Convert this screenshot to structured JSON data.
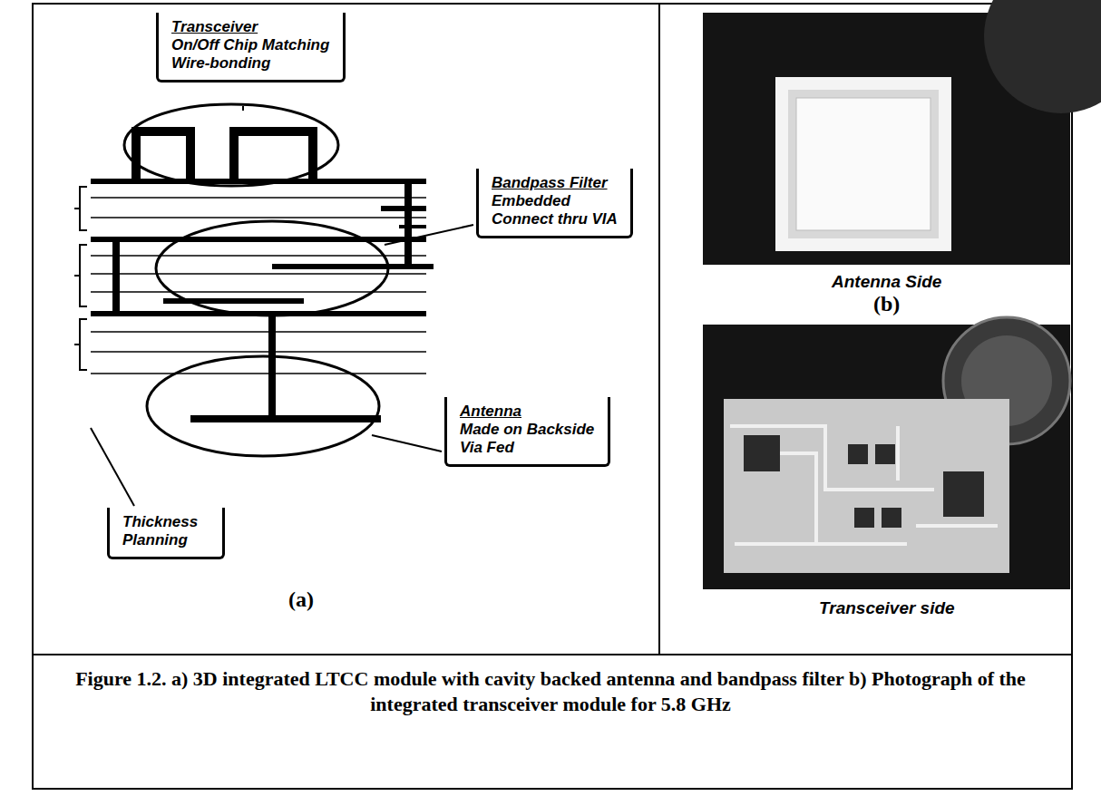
{
  "diagram": {
    "caption": "Figure 1.2. a) 3D integrated LTCC module with cavity backed antenna and bandpass filter b) Photograph of the integrated transceiver module for 5.8 GHz",
    "nodes": [
      {
        "text": [
          "Transceiver",
          "On/Off Chip Matching",
          "Wire-bonding"
        ]
      },
      {
        "text": [
          "Bandpass Filter",
          "Embedded",
          "Connect thru VIA"
        ]
      },
      {
        "text": [
          "Antenna",
          "Made on Backside",
          "Via Fed"
        ]
      },
      {
        "text": [
          "Thickness Planning"
        ]
      }
    ],
    "labels": [
      "(a)",
      "Antenna Side",
      "(b)",
      "Transceiver side"
    ]
  }
}
